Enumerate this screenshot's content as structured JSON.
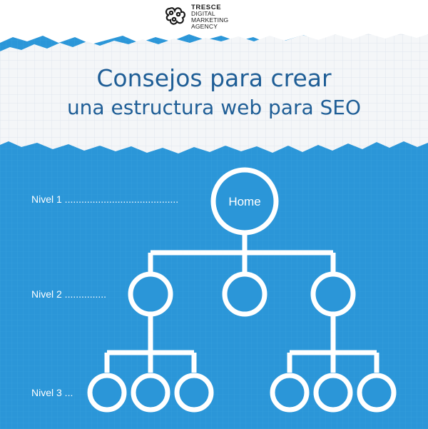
{
  "colors": {
    "blue_background": "#2b96d8",
    "paper": "#f4f6f8",
    "title_text": "#1f5e96",
    "lines": "#ffffff"
  },
  "logo": {
    "icon": "tresce-logo-mark",
    "brand": "TRESCE",
    "line2": "DIGITAL",
    "line3": "MARKETING",
    "line4": "AGENCY"
  },
  "title": {
    "line1": "Consejos para crear",
    "line2": "una estructura web para SEO"
  },
  "diagram": {
    "root_label": "Home",
    "levels": [
      {
        "label": "Nivel 1 ........................................."
      },
      {
        "label": "Nivel 2 ..............."
      },
      {
        "label": "Nivel 3 ..."
      }
    ]
  }
}
